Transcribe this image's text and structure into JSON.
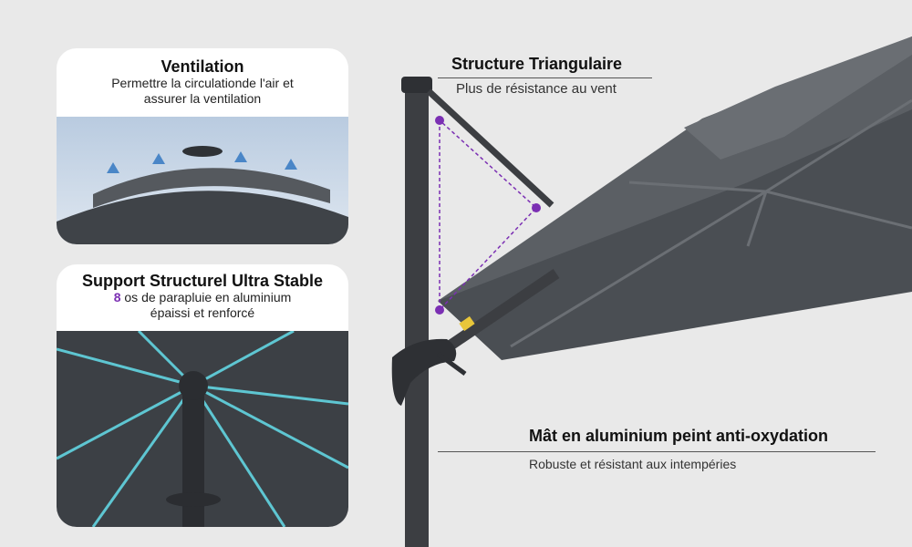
{
  "colors": {
    "background": "#e9e9e9",
    "accent": "#7b2fb3",
    "canopy": "#505459",
    "pole": "#3c3e42"
  },
  "ventilation": {
    "title": "Ventilation",
    "desc_line1": "Permettre la circulationde l'air et",
    "desc_line2": "assurer la ventilation"
  },
  "support": {
    "title": "Support Structurel Ultra Stable",
    "count": "8",
    "desc_line1_rest": " os de parapluie en aluminium",
    "desc_line2": "épaissi et renforcé"
  },
  "structure": {
    "title": "Structure Triangulaire",
    "desc": "Plus de résistance au vent"
  },
  "mast": {
    "title": "Mât en aluminium peint anti-oxydation",
    "desc": "Robuste et résistant aux intempéries"
  }
}
